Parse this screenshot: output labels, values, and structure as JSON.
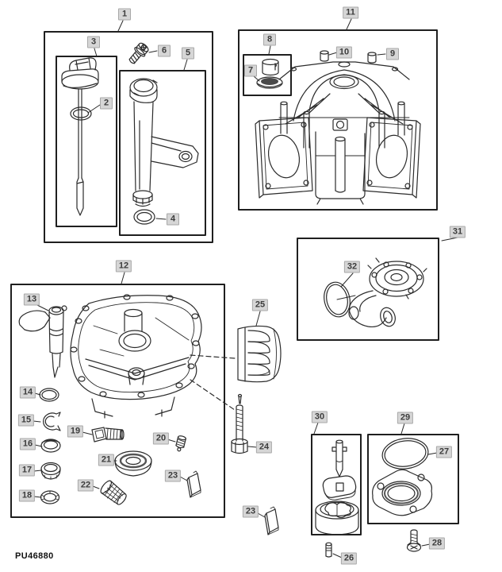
{
  "figure_code": "PU46880",
  "callouts": {
    "c1": "1",
    "c2": "2",
    "c3": "3",
    "c4": "4",
    "c5": "5",
    "c6": "6",
    "c7": "7",
    "c8": "8",
    "c9": "9",
    "c10": "10",
    "c11": "11",
    "c12": "12",
    "c13": "13",
    "c14": "14",
    "c15": "15",
    "c16": "16",
    "c17": "17",
    "c18": "18",
    "c19": "19",
    "c20": "20",
    "c21": "21",
    "c22": "22",
    "c23a": "23",
    "c23b": "23",
    "c24": "24",
    "c25": "25",
    "c26": "26",
    "c27": "27",
    "c28": "28",
    "c29": "29",
    "c30": "30",
    "c31": "31",
    "c32": "32"
  },
  "colors": {
    "background": "#ffffff",
    "line_color": "#2b2b2b",
    "frame_border": "#1f1f1f",
    "callout_bg": "#d6d6d6",
    "callout_text": "#3c3c3c"
  }
}
